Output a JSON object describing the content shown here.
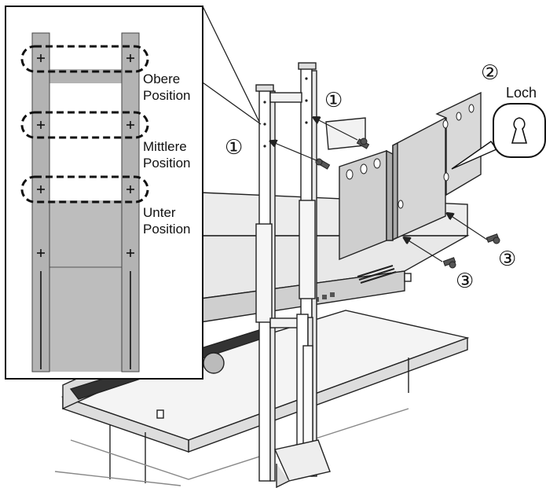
{
  "inset": {
    "labels": {
      "upper": [
        "Obere",
        "Position"
      ],
      "middle": [
        "Mittlere",
        "Position"
      ],
      "lower": [
        "Unter",
        "Position"
      ]
    }
  },
  "callouts": {
    "step1_left": "①",
    "step1_right": "①",
    "step2": "②",
    "step3_upper": "③",
    "step3_lower": "③",
    "hole_label": "Loch"
  }
}
